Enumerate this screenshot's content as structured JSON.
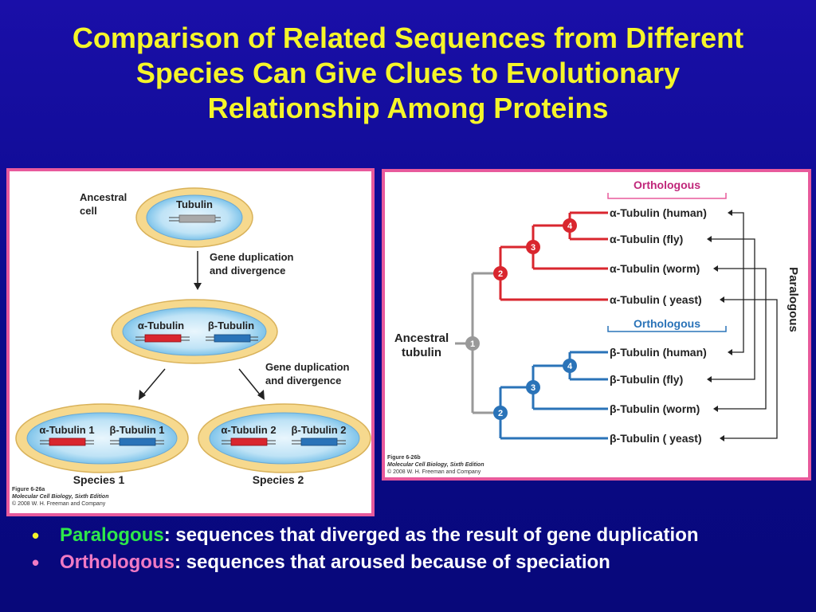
{
  "title": {
    "line1": "Comparison of Related Sequences from Different",
    "line2": "Species Can Give Clues to Evolutionary",
    "line3": "Relationship Among Proteins"
  },
  "figureA": {
    "ancestral_label_1": "Ancestral",
    "ancestral_label_2": "cell",
    "tubulin": "Tubulin",
    "dup1_line1": "Gene duplication",
    "dup1_line2": "and divergence",
    "alpha": "α-Tubulin",
    "beta": "β-Tubulin",
    "dup2_line1": "Gene duplication",
    "dup2_line2": "and divergence",
    "alpha1": "α-Tubulin 1",
    "beta1": "β-Tubulin 1",
    "alpha2": "α-Tubulin 2",
    "beta2": "β-Tubulin 2",
    "species1": "Species 1",
    "species2": "Species 2",
    "caption1": "Figure 6-26a",
    "caption2": "Molecular Cell Biology, Sixth Edition",
    "caption3": "© 2008 W. H. Freeman and Company"
  },
  "figureB": {
    "orthologous_top": "Orthologous",
    "orthologous_bottom": "Orthologous",
    "paralogous": "Paralogous",
    "ancestral_1": "Ancestral",
    "ancestral_2": "tubulin",
    "leaves": [
      "α-Tubulin (human)",
      "α-Tubulin (fly)",
      "α-Tubulin (worm)",
      "α-Tubulin ( yeast)",
      "β-Tubulin (human)",
      "β-Tubulin (fly)",
      "β-Tubulin (worm)",
      "β-Tubulin ( yeast)"
    ],
    "nodes": [
      "1",
      "2",
      "3",
      "4",
      "2",
      "3",
      "4"
    ],
    "caption1": "Figure 6-26b",
    "caption2": "Molecular Cell Biology, Sixth Edition",
    "caption3": "© 2008 W. H. Freeman and Company"
  },
  "bullets": [
    {
      "term": "Paralogous",
      "text": ": sequences that diverged as the result of gene duplication"
    },
    {
      "term": "Orthologous",
      "text": ": sequences that aroused because of speciation"
    }
  ],
  "colors": {
    "background": "#0a0a8a",
    "title": "#f5f52a",
    "panel_border": "#e85a9c",
    "alpha_red": "#d9262e",
    "beta_blue": "#2a73b8",
    "paralogous_green": "#2ee84a",
    "orthologous_pink": "#f07ac4"
  }
}
